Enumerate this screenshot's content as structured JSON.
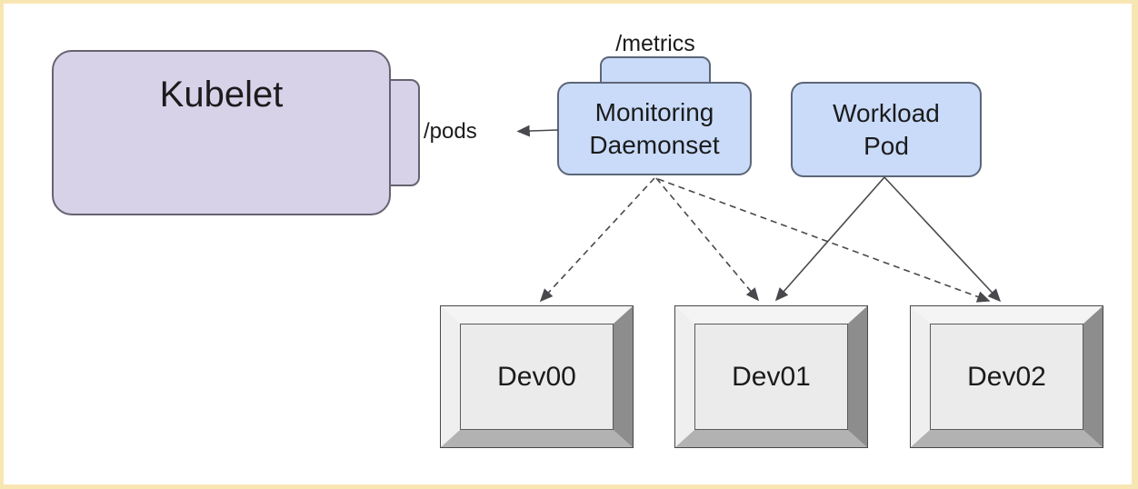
{
  "palette": {
    "frame": "#f8e6b2",
    "canvas": "#ffffff",
    "purple_fill": "#d8d2e9",
    "blue_fill": "#c9dbf8",
    "device_face": "#ebebeb",
    "connector": "#48484d"
  },
  "nodes": {
    "kubelet": {
      "label": "Kubelet"
    },
    "pods_endpoint": {
      "label": "/pods"
    },
    "metrics_endpoint": {
      "label": "/metrics"
    },
    "monitoring_daemonset": {
      "line1": "Monitoring",
      "line2": "Daemonset"
    },
    "workload_pod": {
      "line1": "Workload",
      "line2": "Pod"
    },
    "devices": [
      {
        "label": "Dev00"
      },
      {
        "label": "Dev01"
      },
      {
        "label": "Dev02"
      }
    ]
  },
  "edges": [
    {
      "from": "monitoring_daemonset",
      "to": "kubelet./pods",
      "style": "solid",
      "arrow": "end"
    },
    {
      "from": "monitoring_daemonset",
      "to": "Dev00",
      "style": "dashed",
      "arrow": "end"
    },
    {
      "from": "monitoring_daemonset",
      "to": "Dev01",
      "style": "dashed",
      "arrow": "end"
    },
    {
      "from": "monitoring_daemonset",
      "to": "Dev02",
      "style": "dashed",
      "arrow": "end"
    },
    {
      "from": "workload_pod",
      "to": "Dev01",
      "style": "solid",
      "arrow": "end"
    },
    {
      "from": "workload_pod",
      "to": "Dev02",
      "style": "solid",
      "arrow": "end"
    }
  ]
}
